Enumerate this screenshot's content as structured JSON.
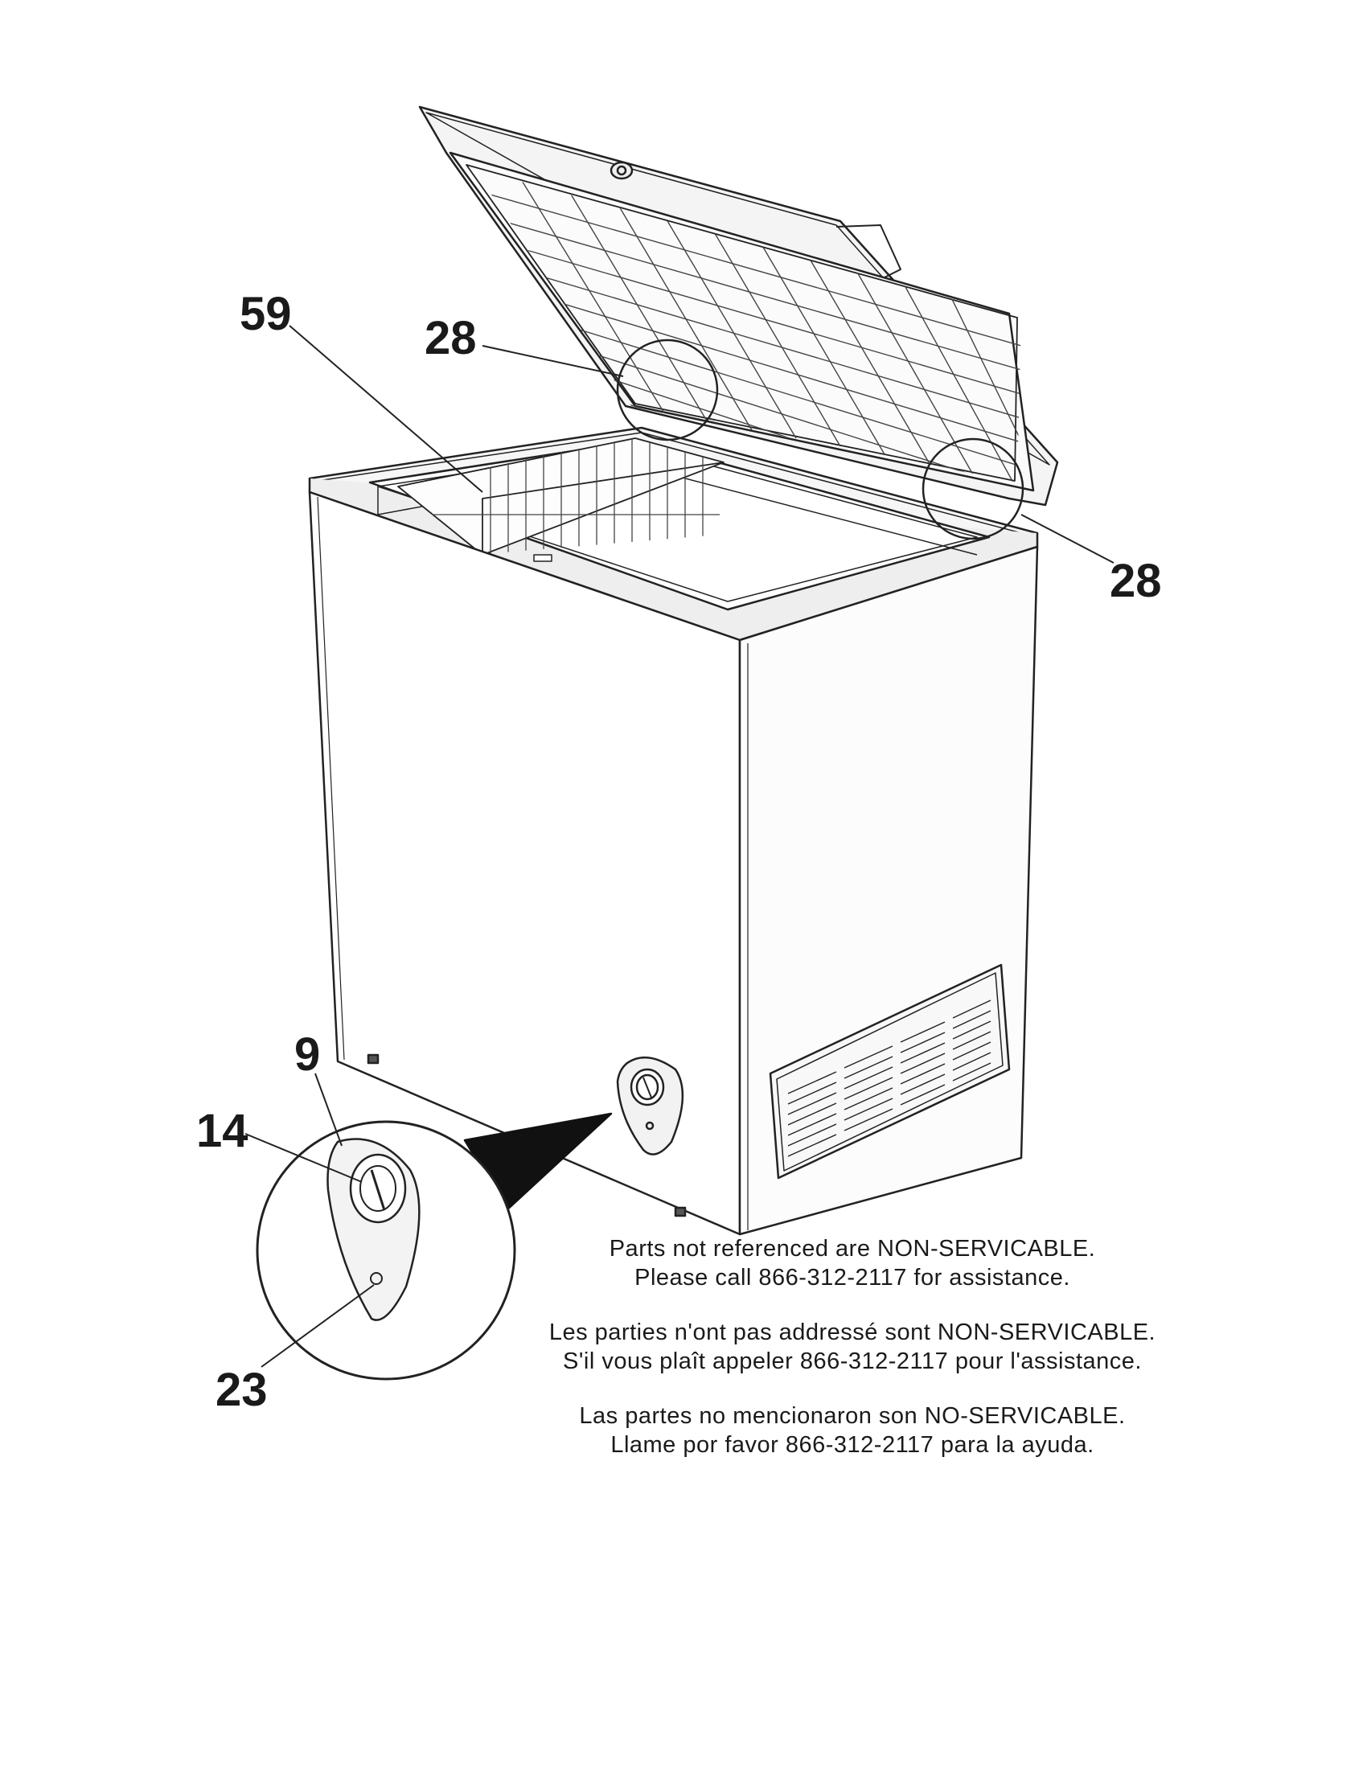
{
  "callouts": {
    "c59": "59",
    "c28_top": "28",
    "c28_right": "28",
    "c9": "9",
    "c14": "14",
    "c23": "23"
  },
  "notes": {
    "english": {
      "line1": "Parts not referenced are NON-SERVICABLE.",
      "line2": "Please call 866-312-2117 for assistance."
    },
    "french": {
      "line1": "Les parties n'ont pas addressé sont NON-SERVICABLE.",
      "line2": "S'il vous plaît appeler 866-312-2117 pour l'assistance."
    },
    "spanish": {
      "line1": "Las partes no mencionaron son NO-SERVICABLE.",
      "line2": "Llame por favor 866-312-2117 para la ayuda."
    }
  }
}
